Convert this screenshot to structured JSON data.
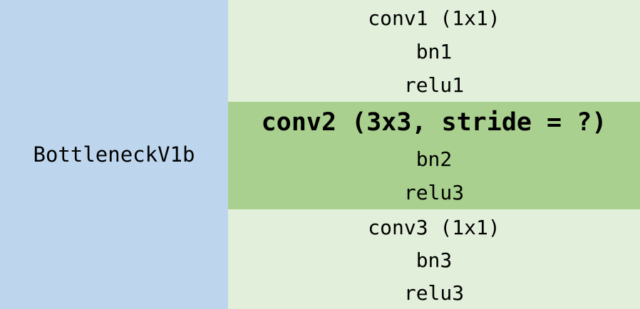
{
  "block": {
    "label": "BottleneckV1b"
  },
  "groups": [
    {
      "layers": [
        "conv1 (1x1)",
        "bn1",
        "relu1"
      ]
    },
    {
      "layers": [
        "conv2 (3x3, stride = ?)",
        "bn2",
        "relu3"
      ]
    },
    {
      "layers": [
        "conv3 (1x1)",
        "bn3",
        "relu3"
      ]
    }
  ],
  "colors": {
    "block_bg": "#bdd6ee",
    "group_light_bg": "#e2efda",
    "group_highlight_bg": "#a9d08e"
  }
}
